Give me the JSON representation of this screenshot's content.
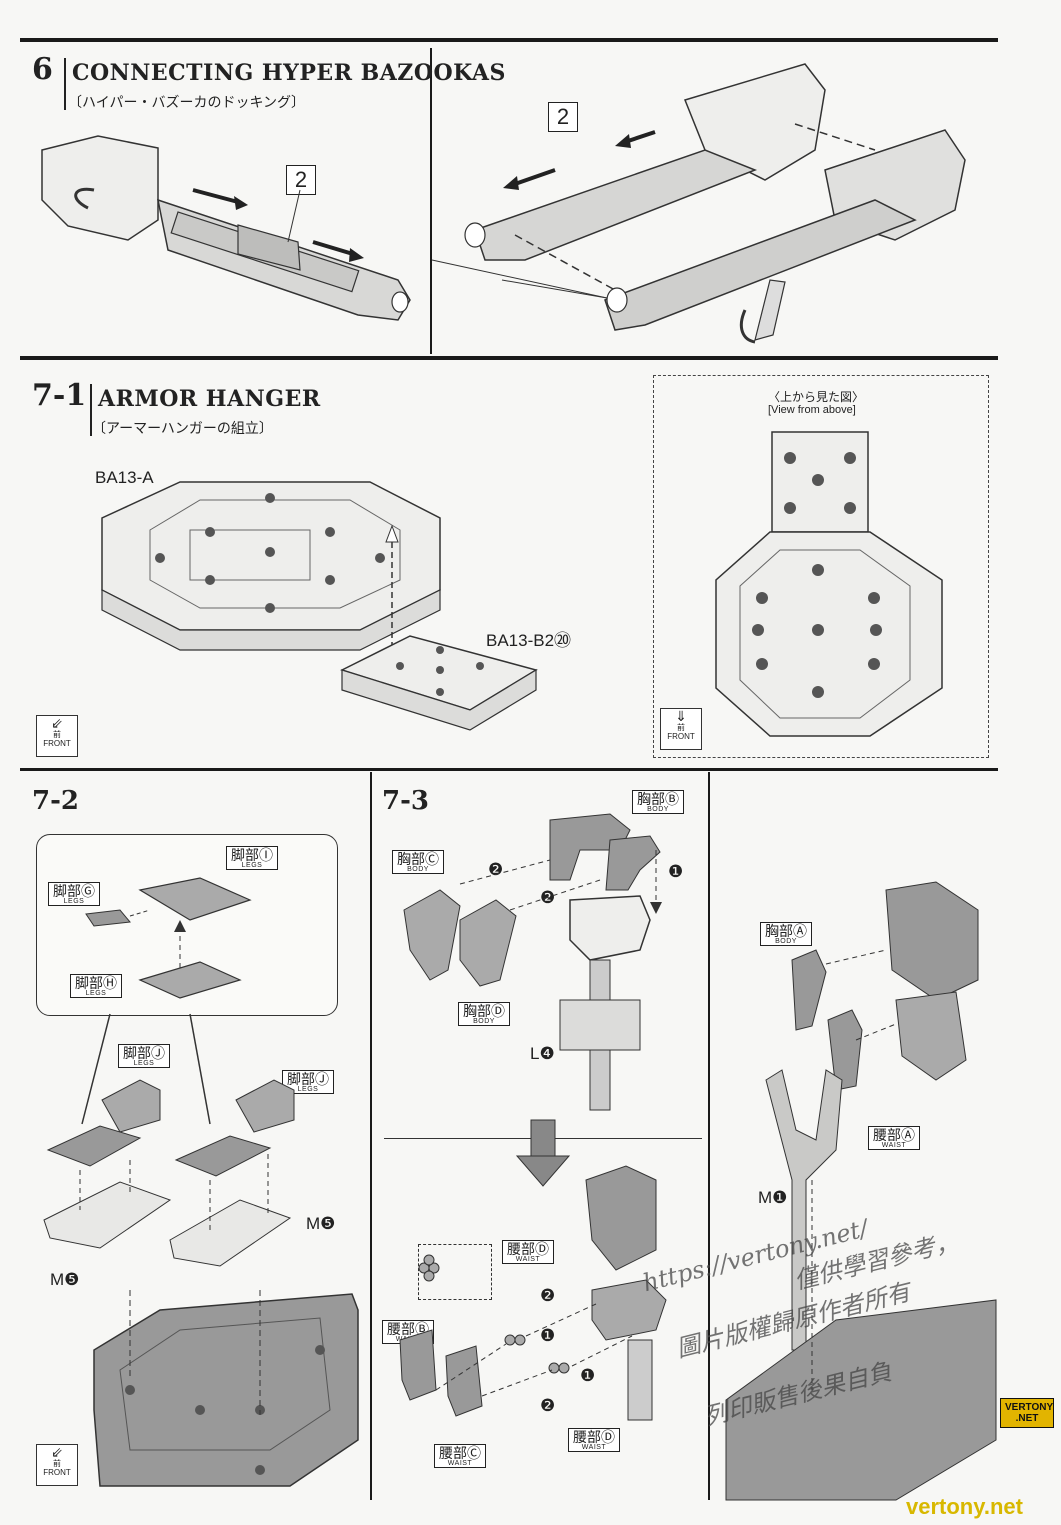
{
  "steps": {
    "s6": {
      "num": "6",
      "title": "CONNECTING HYPER BAZOOKAS",
      "sub": "〔ハイパー・バズーカのドッキング〕",
      "part_num": "2"
    },
    "s71": {
      "num": "7-1",
      "title": "ARMOR HANGER",
      "sub": "〔アーマーハンガーの組立〕",
      "label_a": "BA13-A",
      "label_b": "BA13-B2⑳",
      "view_jp": "〈上から見た図〉",
      "view_en": "[View from above]"
    },
    "s72": {
      "num": "7-2"
    },
    "s73": {
      "num": "7-3"
    }
  },
  "front": {
    "jp": "前",
    "en": "FRONT"
  },
  "parts": {
    "legs_i": {
      "jp": "脚部Ⓘ",
      "en": "LEGS"
    },
    "legs_g": {
      "jp": "脚部Ⓖ",
      "en": "LEGS"
    },
    "legs_h": {
      "jp": "脚部Ⓗ",
      "en": "LEGS"
    },
    "legs_j1": {
      "jp": "脚部Ⓙ",
      "en": "LEGS"
    },
    "legs_j2": {
      "jp": "脚部Ⓙ",
      "en": "LEGS"
    },
    "body_b": {
      "jp": "胸部Ⓑ",
      "en": "BODY"
    },
    "body_c": {
      "jp": "胸部Ⓒ",
      "en": "BODY"
    },
    "body_d": {
      "jp": "胸部Ⓓ",
      "en": "BODY"
    },
    "body_a": {
      "jp": "胸部Ⓐ",
      "en": "BODY"
    },
    "waist_d1": {
      "jp": "腰部Ⓓ",
      "en": "WAIST"
    },
    "waist_b": {
      "jp": "腰部Ⓑ",
      "en": "WAIST"
    },
    "waist_c": {
      "jp": "腰部Ⓒ",
      "en": "WAIST"
    },
    "waist_d2": {
      "jp": "腰部Ⓓ",
      "en": "WAIST"
    },
    "waist_a": {
      "jp": "腰部Ⓐ",
      "en": "WAIST"
    }
  },
  "runners": {
    "m5a": "M❺",
    "m5b": "M❺",
    "l4": "L❹",
    "m1": "M❶"
  },
  "order": {
    "one": "❶",
    "two": "❷"
  },
  "watermark": {
    "url": "https://vertony.net/",
    "line1": "僅供學習參考，",
    "line2": "圖片版權歸原作者所有",
    "line3": "列印販售後果自負"
  },
  "brand": {
    "badge": "VERTONY .NET",
    "site": "vertony.net"
  }
}
